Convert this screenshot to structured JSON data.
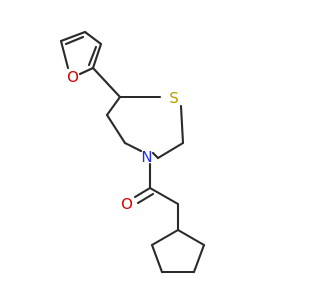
{
  "molecule": {
    "atoms": {
      "O_furan": {
        "label": "O",
        "color": "#d40000"
      },
      "S": {
        "label": "S",
        "color": "#b8a000"
      },
      "N": {
        "label": "N",
        "color": "#1f2fd0"
      },
      "O_carbonyl": {
        "label": "O",
        "color": "#d40000"
      }
    },
    "bond_color": "#2b2b2b"
  }
}
